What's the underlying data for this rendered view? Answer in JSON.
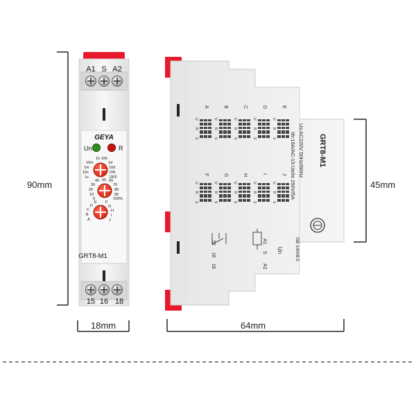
{
  "dimensions": {
    "height": "90mm",
    "width_front": "18mm",
    "depth": "64mm",
    "side_height": "45mm"
  },
  "front": {
    "top_terminals": [
      "A1",
      "S",
      "A2"
    ],
    "bottom_terminals": [
      "15",
      "16",
      "18"
    ],
    "brand": "GEYA",
    "led_un": "Un",
    "led_r": "R",
    "model": "GRT8-M1",
    "time_scale": [
      "1h",
      "10h",
      "10m",
      "1d",
      "1m",
      "10d",
      "10s",
      "ON",
      "1s",
      "OFF"
    ],
    "percent_scale": [
      "40",
      "50",
      "60",
      "30",
      "70",
      "20",
      "80",
      "10",
      "90",
      "0",
      "100%"
    ],
    "function_scale": [
      "E",
      "F",
      "D",
      "G",
      "C",
      "H",
      "B",
      "I",
      "A",
      "J"
    ]
  },
  "side": {
    "model": "GRT8-M1",
    "rating_1": "Us:AC220V 50Hz/60Hz",
    "rating_2": "Ith:16A/AC-15:Ue/Ie 250V/5A",
    "standard": "GB 14048.5",
    "wiring_un": "Un",
    "wiring_terminals": [
      "15",
      "16",
      "18"
    ],
    "wiring_a": [
      "A1",
      "S",
      "A2"
    ],
    "mode_letters_top": [
      "E",
      "D",
      "C",
      "B",
      "A"
    ],
    "mode_letters_bottom": [
      "J",
      "I",
      "H",
      "G",
      "F"
    ],
    "mode_rows": [
      "U",
      "R",
      "S"
    ]
  },
  "colors": {
    "red_accent": "#e8192c",
    "knob": "#e8301f",
    "led_green": "#2e8b1e",
    "led_red": "#c9140e",
    "body": "#eeeeee"
  }
}
